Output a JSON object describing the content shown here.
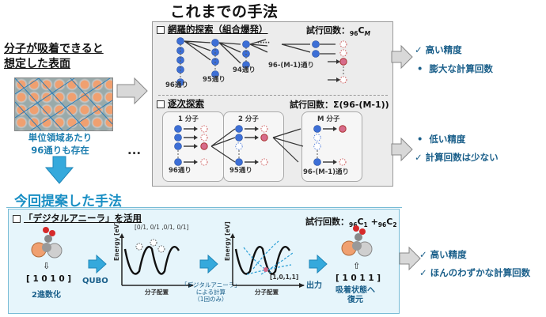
{
  "heading_methods": "これまでの手法",
  "left": {
    "title_line1": "分子が吸着できると",
    "title_line2": "想定した表面",
    "sub_line1": "単位領域あたり",
    "sub_line2": "96通りも存在"
  },
  "exhaustive": {
    "label": "網羅的探索（組合爆発）",
    "trial": "試行回数：",
    "trial_sub": "96",
    "trial_main": "C",
    "trial_sup": "M",
    "counts": [
      "96通り",
      "95通り",
      "94通り",
      "96-(M-1)通り"
    ],
    "dots": "·····",
    "results": [
      "高い精度",
      "膨大な計算回数"
    ]
  },
  "sequential": {
    "label": "逐次探索",
    "trial": "試行回数：Σ(96-(M-1))",
    "groups": [
      "1 分子",
      "2 分子",
      "M 分子"
    ],
    "counts": [
      "96通り",
      "95通り",
      "96-(M-1)通り"
    ],
    "dots": "···",
    "results": [
      "低い精度",
      "計算回数は少ない"
    ]
  },
  "proposed": {
    "title": "今回提案した手法",
    "label": "「デジタルアニーラ」を活用",
    "trial": "試行回数：",
    "trial_a_sub": "96",
    "trial_a": "C",
    "trial_a_sup": "1",
    "plus": "+",
    "trial_b_sub": "96",
    "trial_b": "C",
    "trial_b_sup": "2",
    "bits_in": "[ 1 0 1 0 ]",
    "binarize": "2進数化",
    "qubo": "QUBO",
    "vector": "[0/1, 0/1 ,0/1, 0/1]",
    "energy_label": "Energy [eV]",
    "xaxis": "分子配置",
    "da_note_line1": "「デジタルアニーラ」",
    "da_note_line2": "による計算",
    "da_note_line3": "（1回のみ）",
    "result_vec": "[1,0,1,1]",
    "output": "出力",
    "bits_out": "[ 1 0 1 1 ]",
    "restore_line1": "吸着状態へ",
    "restore_line2": "復元",
    "results": [
      "高い精度",
      "ほんのわずかな計算回数"
    ]
  }
}
